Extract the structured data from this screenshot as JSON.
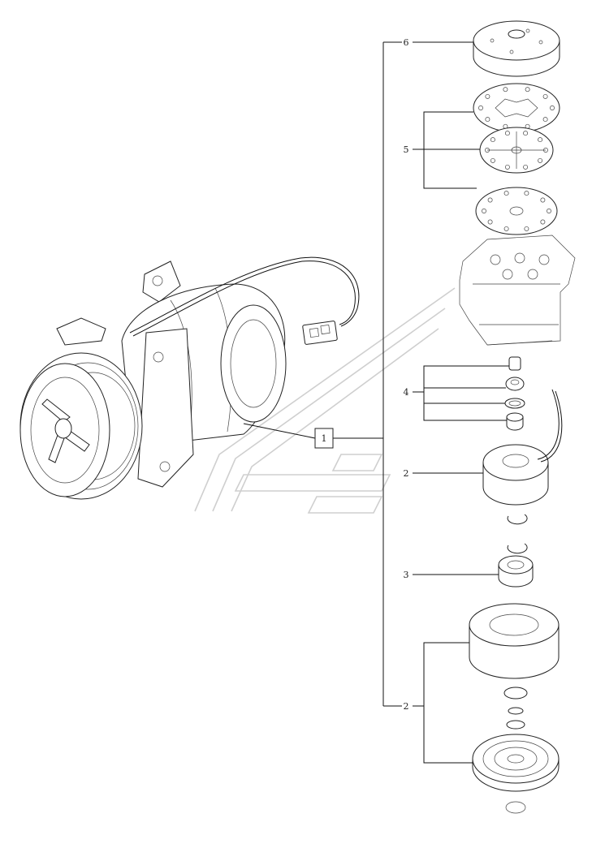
{
  "callouts": [
    {
      "id": "c6",
      "label": "6"
    },
    {
      "id": "c5",
      "label": "5"
    },
    {
      "id": "c4",
      "label": "4"
    },
    {
      "id": "c2a",
      "label": "2"
    },
    {
      "id": "c3",
      "label": "3"
    },
    {
      "id": "c2b",
      "label": "2"
    }
  ],
  "main_callout": {
    "label": "1"
  }
}
